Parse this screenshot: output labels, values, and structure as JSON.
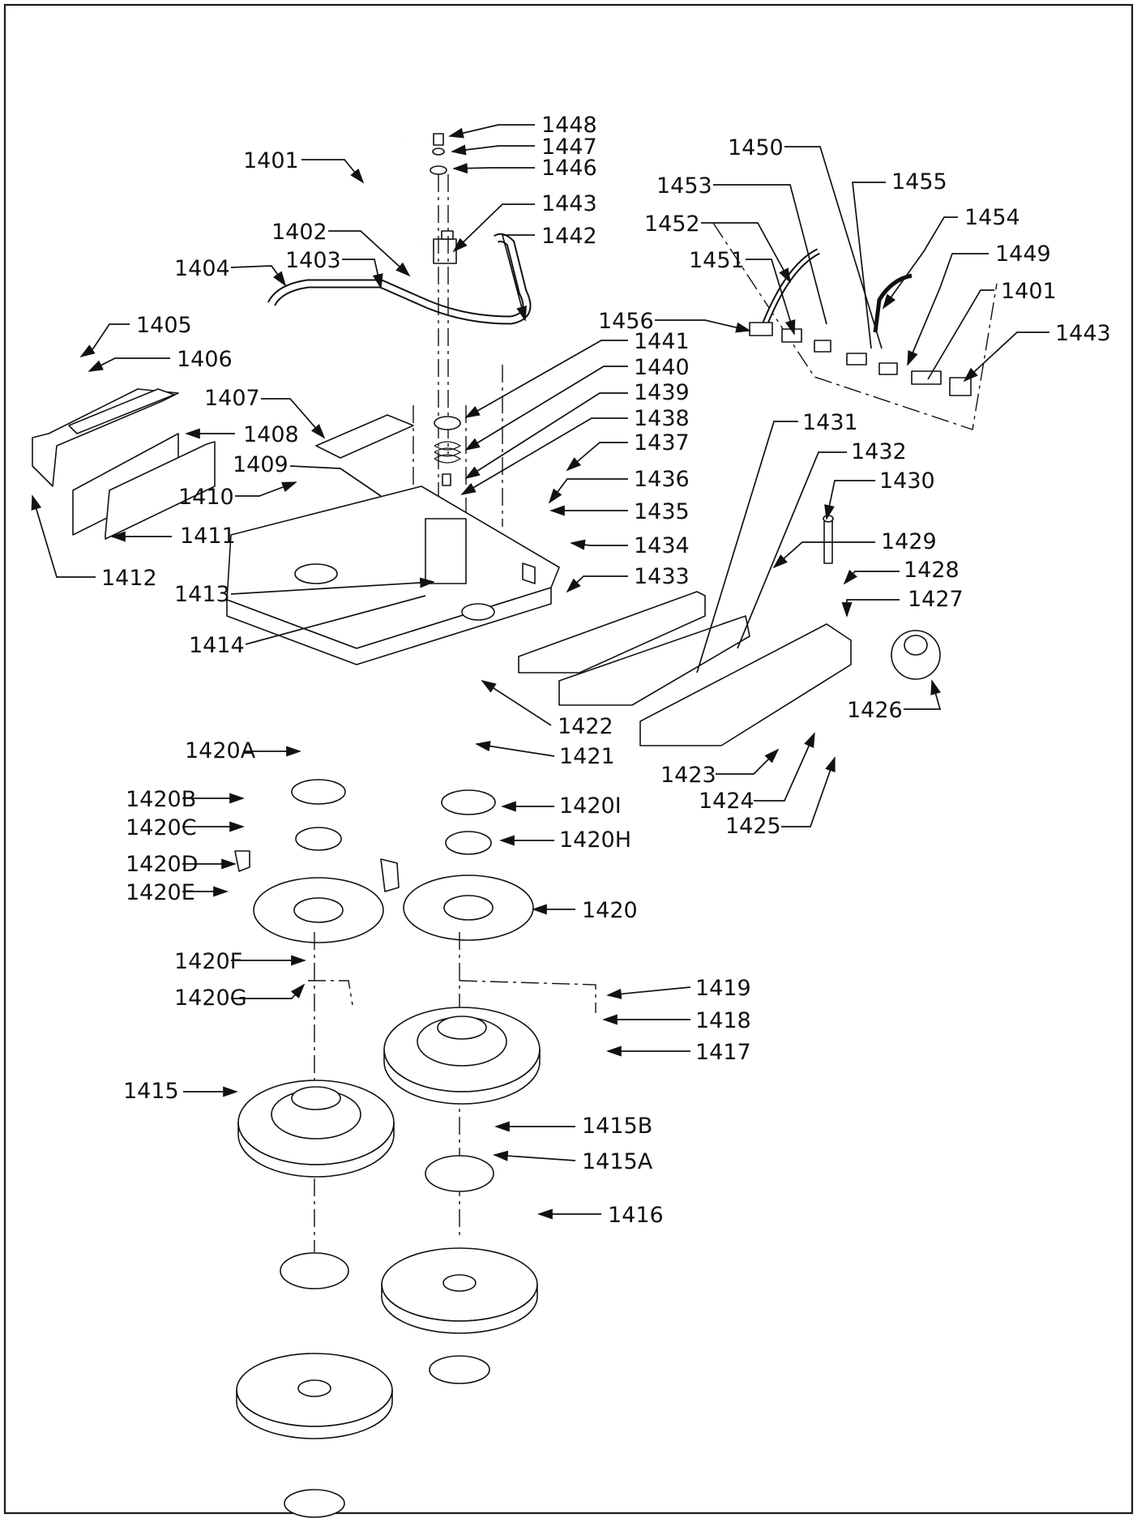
{
  "diagram": {
    "callouts": [
      "1401",
      "1402",
      "1403",
      "1404",
      "1405",
      "1406",
      "1407",
      "1408",
      "1409",
      "1410",
      "1411",
      "1412",
      "1413",
      "1414",
      "1415",
      "1415A",
      "1415B",
      "1416",
      "1417",
      "1418",
      "1419",
      "1420",
      "1420A",
      "1420B",
      "1420C",
      "1420D",
      "1420E",
      "1420F",
      "1420G",
      "1420H",
      "1420I",
      "1421",
      "1422",
      "1423",
      "1424",
      "1425",
      "1426",
      "1427",
      "1428",
      "1429",
      "1430",
      "1431",
      "1432",
      "1433",
      "1434",
      "1435",
      "1436",
      "1437",
      "1438",
      "1439",
      "1440",
      "1441",
      "1442",
      "1443",
      "1446",
      "1447",
      "1448",
      "1449",
      "1450",
      "1451",
      "1452",
      "1453",
      "1454",
      "1455",
      "1456",
      "1401",
      "1443"
    ]
  }
}
